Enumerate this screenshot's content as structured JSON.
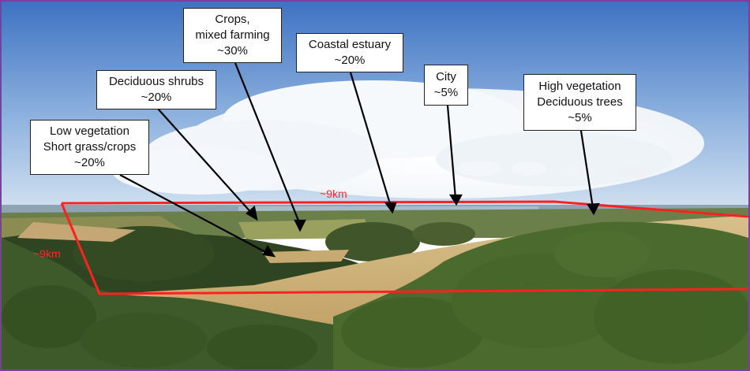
{
  "labels": {
    "crops": {
      "line1": "Crops,",
      "line2": "mixed farming",
      "line3": "~30%"
    },
    "coastal": {
      "line1": "Coastal estuary",
      "line2": "~20%"
    },
    "city": {
      "line1": "City",
      "line2": "~5%"
    },
    "high_vegetation": {
      "line1": "High vegetation",
      "line2": "Deciduous trees",
      "line3": "~5%"
    },
    "deciduous_shrubs": {
      "line1": "Deciduous shrubs",
      "line2": "~20%"
    },
    "low_vegetation": {
      "line1": "Low vegetation",
      "line2": "Short grass/crops",
      "line3": "~20%"
    }
  },
  "distances": {
    "top_edge": "~9km",
    "left_edge": "~9km"
  },
  "colors": {
    "frame": "#7b3fa0",
    "boundary": "#ff2020",
    "sky_top": "#4f7fc7",
    "sky_horizon": "#cfe0f0",
    "field": "#c9ab6a",
    "hedge": "#3f5a2a"
  }
}
